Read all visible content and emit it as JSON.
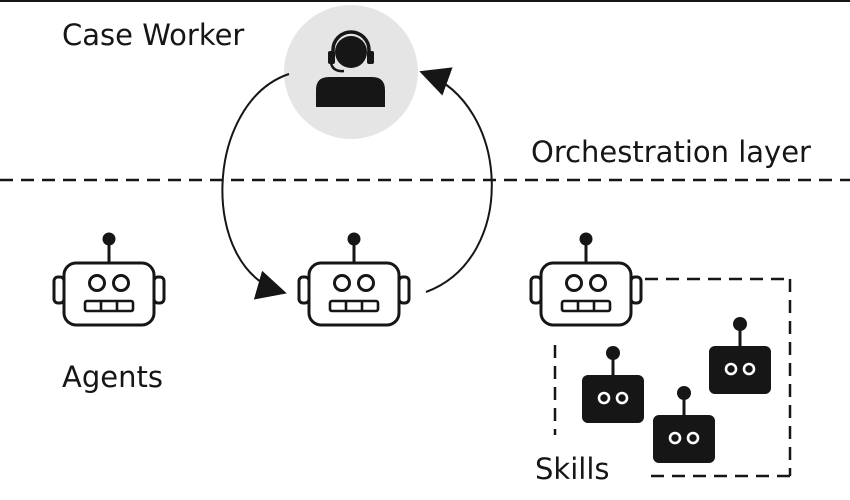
{
  "labels": {
    "case_worker": "Case Worker",
    "orchestration_layer": "Orchestration layer",
    "agents": "Agents",
    "skills": "Skills"
  },
  "colors": {
    "ink": "#161616",
    "case_worker_circle": "#e5e5e5",
    "background": "#ffffff"
  },
  "icons": {
    "case_worker": "headset-person-icon",
    "agent": "robot-outline-icon",
    "skill": "robot-filled-icon"
  }
}
